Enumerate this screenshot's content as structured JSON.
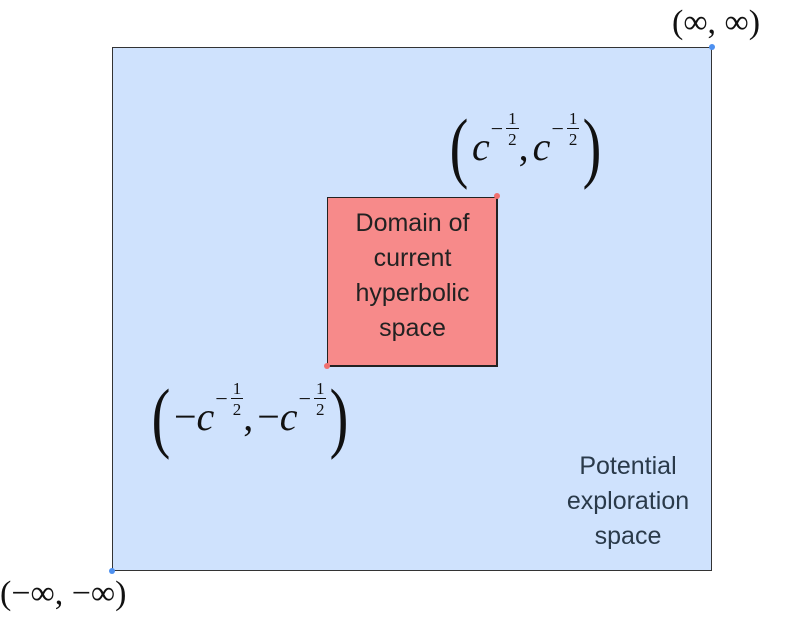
{
  "diagram": {
    "colors": {
      "outer_fill": "#cfe2fd",
      "inner_fill": "#f78a8a",
      "outer_dot": "#4d90f0",
      "inner_dot": "#f07070",
      "stroke": "#333333"
    },
    "outer_region": {
      "label_lines": [
        "Potential",
        "exploration",
        "space"
      ]
    },
    "inner_region": {
      "label_lines": [
        "Domain of",
        "current",
        "hyperbolic",
        "space"
      ]
    },
    "corners": {
      "top_right": "(∞, ∞)",
      "bottom_left": "(−∞, −∞)"
    },
    "inner_corners": {
      "top_right": {
        "open": "(",
        "close": ")",
        "base": "c",
        "sign": "",
        "exp_sign": "−",
        "exp_num": "1",
        "exp_den": "2",
        "separator": ","
      },
      "bottom_left": {
        "open": "(",
        "close": ")",
        "base": "c",
        "sign": "−",
        "exp_sign": "−",
        "exp_num": "1",
        "exp_den": "2",
        "separator": ","
      }
    }
  }
}
